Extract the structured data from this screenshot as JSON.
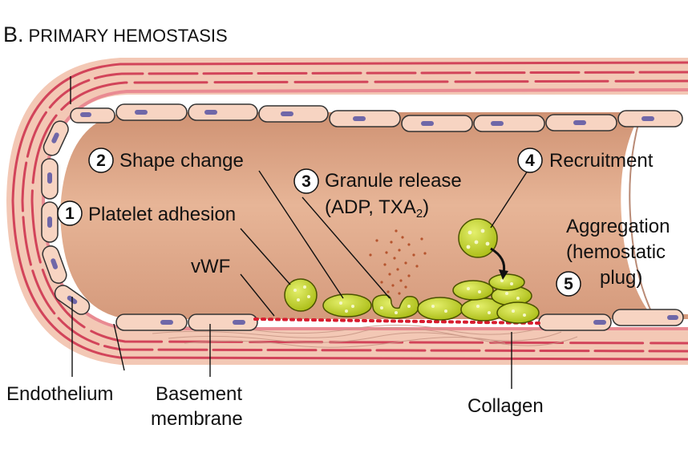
{
  "title": {
    "letter": "B.",
    "text": "PRIMARY HEMOSTASIS"
  },
  "steps": [
    {
      "num": "1",
      "label": "Platelet adhesion"
    },
    {
      "num": "2",
      "label": "Shape change"
    },
    {
      "num": "3",
      "label": "Granule release",
      "detail_main": "(ADP, TXA",
      "detail_sub": "2",
      "detail_close": ")"
    },
    {
      "num": "4",
      "label": "Recruitment"
    },
    {
      "num": "5",
      "label_lines": [
        "Aggregation",
        "(hemostatic",
        "plug)"
      ]
    }
  ],
  "labels": {
    "vwf": "vWF",
    "endothelium": "Endothelium",
    "basement_membrane": [
      "Basement",
      "membrane"
    ],
    "collagen": "Collagen"
  },
  "colors": {
    "vessel_wall_stripe": "#d2445a",
    "vessel_wall_bg": "#f3c8b5",
    "lumen": "#dca78a",
    "endothelial_cell": "#f7d4c2",
    "nucleus": "#6f67a8",
    "platelet": "#c3d42a",
    "platelet_dot": "#f4f7c8",
    "granule": "#b5542e",
    "vwf_dots": "#d81b2e"
  }
}
